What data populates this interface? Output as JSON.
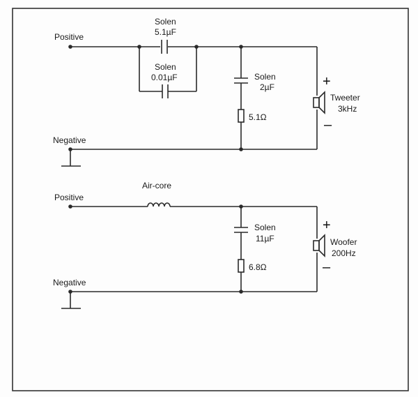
{
  "tweeter_section": {
    "positive_label": "Positive",
    "negative_label": "Negative",
    "series_cap_main": {
      "brand": "Solen",
      "value": "5.1µF"
    },
    "series_cap_bypass": {
      "brand": "Solen",
      "value": "0.01µF"
    },
    "shunt_cap": {
      "brand": "Solen",
      "value": "2µF"
    },
    "shunt_resistor": "5.1Ω",
    "driver": {
      "name": "Tweeter",
      "freq": "3kHz"
    },
    "plus": "+",
    "minus": "–"
  },
  "woofer_section": {
    "positive_label": "Positive",
    "negative_label": "Negative",
    "inductor_label": "Air-core",
    "shunt_cap": {
      "brand": "Solen",
      "value": "11µF"
    },
    "shunt_resistor": "6.8Ω",
    "driver": {
      "name": "Woofer",
      "freq": "200Hz"
    },
    "plus": "+",
    "minus": "–"
  }
}
